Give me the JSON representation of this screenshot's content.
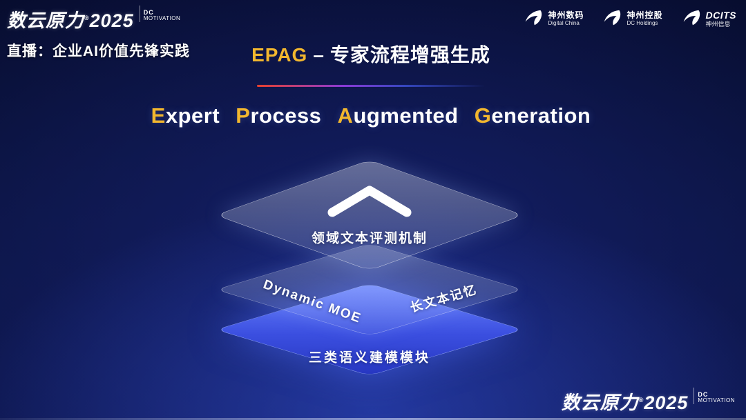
{
  "brand": {
    "name": "数云原力",
    "reg": "®",
    "year": "2025",
    "dc": "DC",
    "motivation": "MOTIVATION"
  },
  "header": {
    "live_label": "直播：企业AI价值先锋实践",
    "title": {
      "highlight": "EPAG",
      "separator": "–",
      "rest": "专家流程增强生成"
    },
    "partners": [
      {
        "name": "神州数码",
        "subname": "Digital China"
      },
      {
        "name": "神州控股",
        "subname": "DC Holdings"
      },
      {
        "name": "DCITS",
        "subname": "神州信息"
      }
    ]
  },
  "subtitle": {
    "words": [
      {
        "first": "E",
        "rest": "xpert"
      },
      {
        "first": "P",
        "rest": "rocess"
      },
      {
        "first": "A",
        "rest": "ugmented"
      },
      {
        "first": "G",
        "rest": "eneration"
      }
    ]
  },
  "diagram": {
    "top_label": "领域文本评测机制",
    "middle_left_label": "Dynamic MOE",
    "middle_right_label": "长文本记忆",
    "bottom_label": "三类语义建模模块"
  },
  "colors": {
    "accent_gold": "#f2b72e",
    "layer_blue": "#4a63f0",
    "background_navy": "#081034"
  }
}
